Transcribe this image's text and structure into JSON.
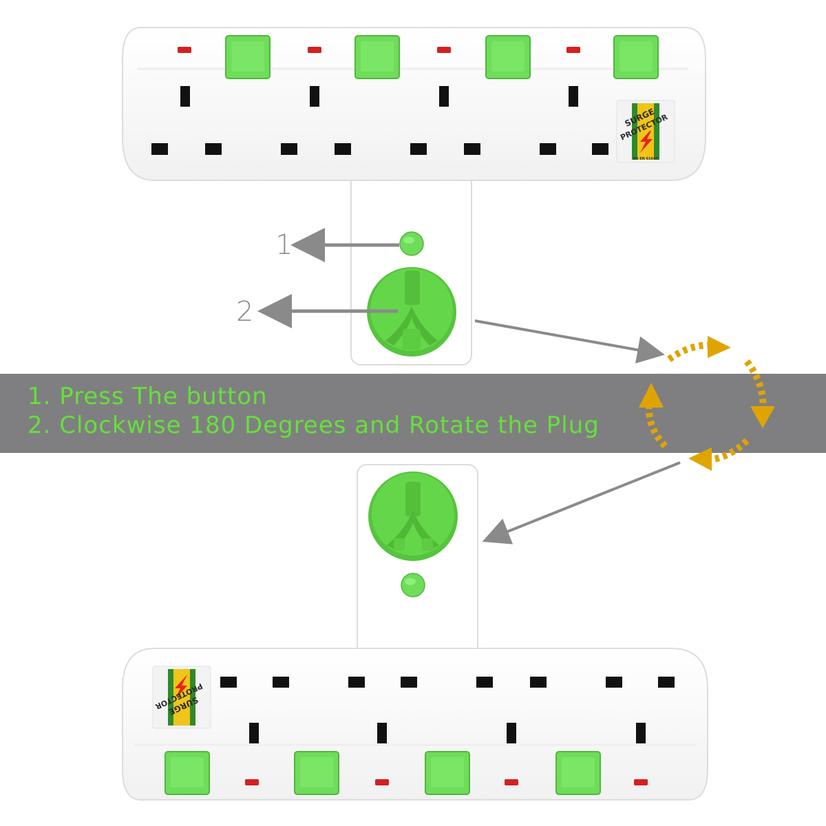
{
  "instructions": {
    "step1": "1. Press The button",
    "step2": "2. Clockwise 180 Degrees and Rotate the Plug"
  },
  "callouts": {
    "label1": "1",
    "label2": "2"
  },
  "sticker": {
    "line1": "SURGE",
    "line2": "PROTECTOR",
    "small": "BS EN 61643"
  },
  "colors": {
    "banner_bg": "#7f7f81",
    "banner_text": "#66e03a",
    "switch_green": "#6fdc5a",
    "plug_green": "#5fd445",
    "indicator_red": "#d42020",
    "arrow_gray": "#8a8a8a",
    "rotate_gold": "#e0a400"
  },
  "icons": {
    "rotation": "clockwise-rotate-icon",
    "pointer": "arrow-left-icon"
  }
}
